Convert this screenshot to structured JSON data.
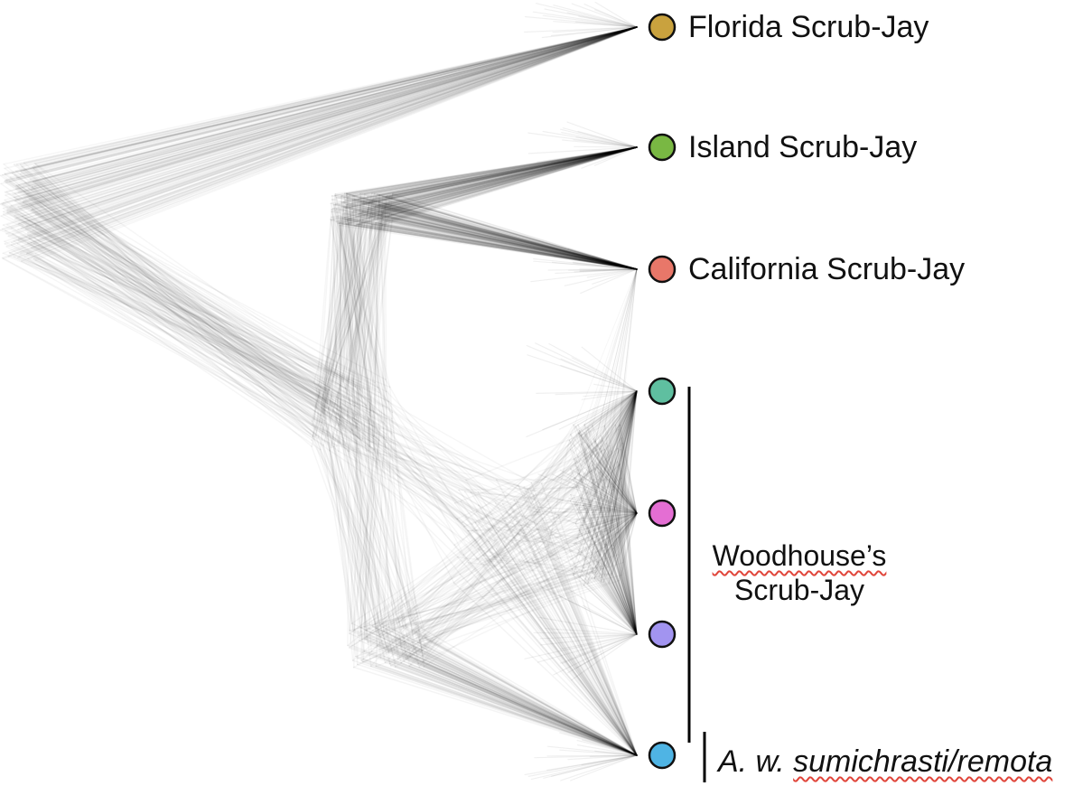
{
  "taxa": [
    {
      "name": "Florida Scrub-Jay",
      "color": "#c9a23e"
    },
    {
      "name": "Island Scrub-Jay",
      "color": "#79b843"
    },
    {
      "name": "California Scrub-Jay",
      "color": "#e87769"
    },
    {
      "name": "",
      "color": "#5fbfa0"
    },
    {
      "name": "",
      "color": "#e46ed3"
    },
    {
      "name": "",
      "color": "#a294f0"
    },
    {
      "name": "",
      "color": "#4fb4e4"
    }
  ],
  "group": {
    "line1": "Woodhouse’s",
    "line2": "Scrub-Jay"
  },
  "subspecies": {
    "prefix": "A. w. ",
    "name": "sumichrasti/remota"
  }
}
